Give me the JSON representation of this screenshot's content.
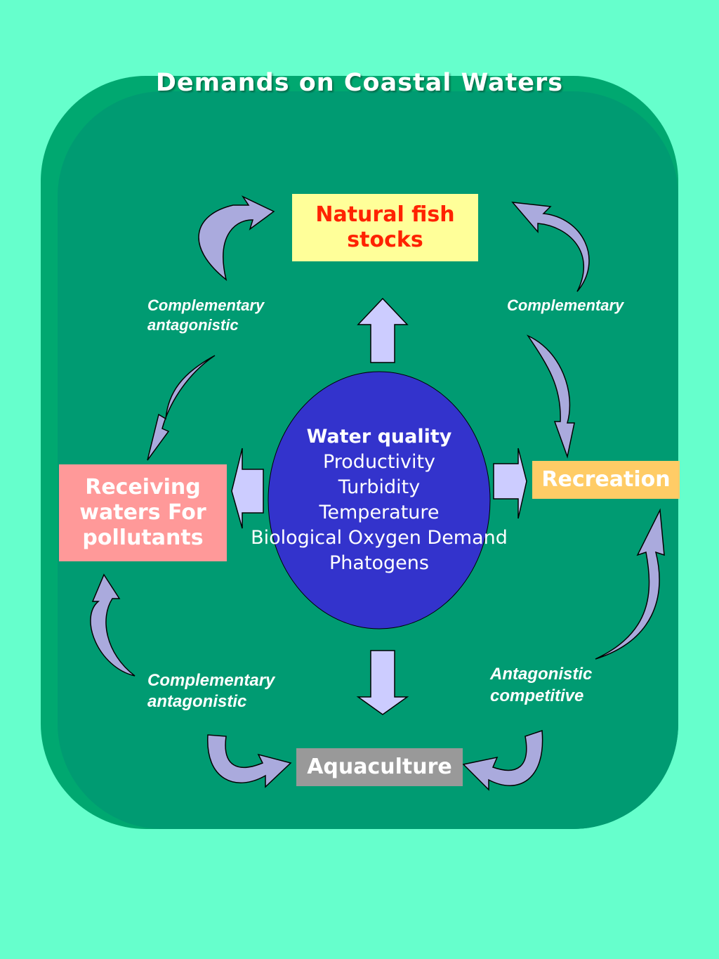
{
  "title": "Demands on Coastal Waters",
  "nodes": {
    "fish": "Natural fish stocks",
    "receiving": "Receiving waters For pollutants",
    "recreation": "Recreation",
    "aquaculture": "Aquaculture"
  },
  "center": {
    "heading": "Water quality",
    "items": [
      "Productivity",
      "Turbidity",
      "Temperature",
      "Biological Oxygen Demand",
      "Phatogens"
    ]
  },
  "relations": {
    "top_left": [
      "Complementary",
      "antagonistic"
    ],
    "top_right": [
      "Complementary"
    ],
    "bottom_left": [
      "Complementary",
      "antagonistic"
    ],
    "bottom_right": [
      "Antagonistic",
      "competitive"
    ]
  },
  "colors": {
    "background": "#66ffcc",
    "panel": "#009b72",
    "ellipse": "#3333cc",
    "arrow_fill": "#ccccff",
    "curved_arrow_fill": "#aaaadd",
    "fish_box": "#ffff99",
    "fish_text": "#ff2200",
    "receiving_box": "#ff9999",
    "recreation_box": "#ffcc66",
    "aquaculture_box": "#999999"
  }
}
